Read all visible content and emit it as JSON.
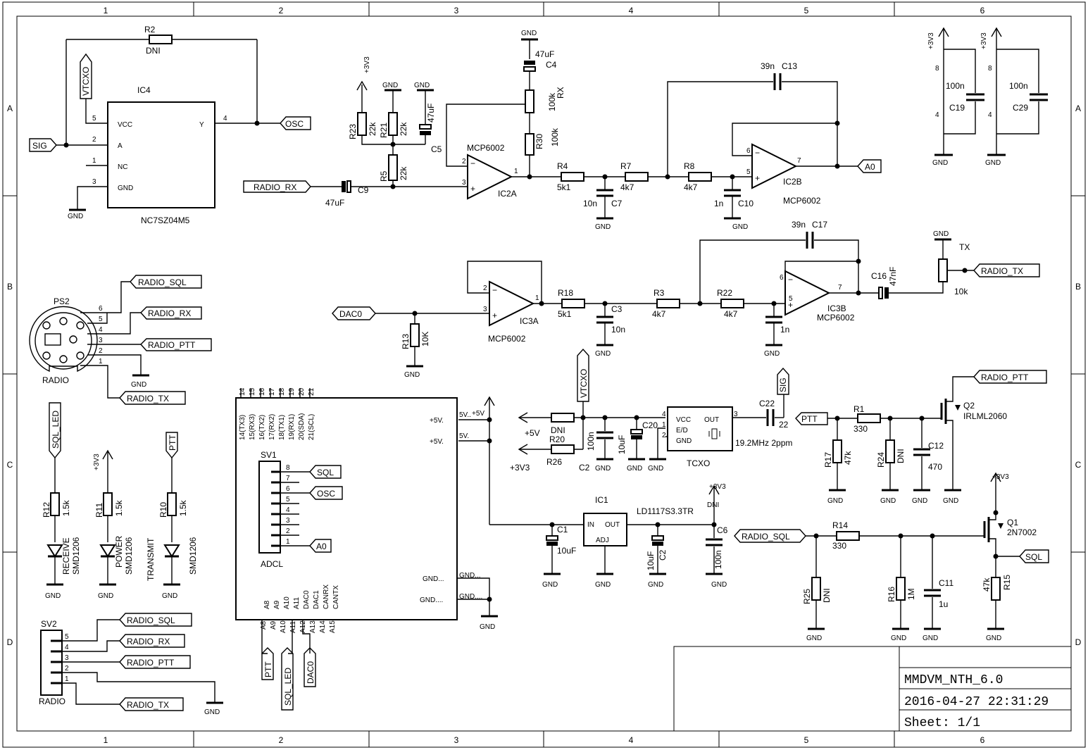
{
  "frame": {
    "columns": [
      "1",
      "2",
      "3",
      "4",
      "5",
      "6"
    ],
    "rows": [
      "A",
      "B",
      "C",
      "D"
    ]
  },
  "title_block": {
    "project": "MMDVM_NTH_6.0",
    "datetime": "2016-04-27 22:31:29",
    "sheet": "Sheet: 1/1"
  },
  "labels": {
    "sig": "SIG",
    "osc": "OSC",
    "vtcxo": "VTCXO",
    "radio_rx": "RADIO_RX",
    "a0": "A0",
    "dac0": "DAC0",
    "radio_tx": "RADIO_TX",
    "radio_sql": "RADIO_SQL",
    "radio_ptt": "RADIO_PTT",
    "ptt": "PTT",
    "sql": "SQL",
    "sql_led": "SQL_LED"
  },
  "parts": {
    "r2": "R2",
    "dni": "DNI",
    "ic4": "IC4",
    "ic4_part": "NC7SZ04M5",
    "vcc": "VCC",
    "y": "Y",
    "a": "A",
    "nc": "NC",
    "gnd": "GND",
    "p1": "1",
    "p2": "2",
    "p3": "3",
    "p4": "4",
    "p5": "5",
    "p6": "6",
    "p7": "7",
    "p8": "8",
    "v33": "+3V3",
    "v5": "+5V",
    "r23": "R23",
    "r21": "R21",
    "r5": "R5",
    "k22": "22k",
    "c5": "C5",
    "uf47": "47uF",
    "c9": "C9",
    "c4": "C4",
    "k100": "100k",
    "rx": "RX",
    "r30": "R30",
    "ic2a": "IC2A",
    "ic2b": "IC2B",
    "mcp": "MCP6002",
    "r4": "R4",
    "k5k1": "5k1",
    "r7": "R7",
    "k4k7": "4k7",
    "r8": "R8",
    "c7": "C7",
    "n10": "10n",
    "c10": "C10",
    "n1": "1n",
    "c13": "C13",
    "n39": "39n",
    "c19": "C19",
    "c29": "C29",
    "n100": "100n",
    "ps2": "PS2",
    "radio": "RADIO",
    "r18": "R18",
    "r3": "R3",
    "r22": "R22",
    "c3": "C3",
    "c17": "C17",
    "ic3a": "IC3A",
    "ic3b": "IC3B",
    "c16": "C16",
    "nf47": "47nF",
    "tx": "TX",
    "k10": "10k",
    "r13": "R13",
    "k10b": "10K",
    "r20": "R20",
    "r26": "R26",
    "c2": "C2",
    "c20": "C20",
    "uf10": "10uF",
    "tcxo": "TCXO",
    "tcxo_freq": "19.2MHz  2ppm",
    "ed": "E/D",
    "out": "OUT",
    "c22": "C22",
    "n22": "22",
    "r1": "R1",
    "r330": "330",
    "r17": "R17",
    "k47": "47k",
    "r24": "R24",
    "c12": "C12",
    "n470": "470",
    "q2": "Q2",
    "q2_part": "IRLML2060",
    "ic1": "IC1",
    "ic1_part": "LD1117S3.3TR",
    "in": "IN",
    "adj": "ADJ",
    "c1": "C1",
    "c2b": "C2",
    "c6": "C6",
    "r14": "R14",
    "r25": "R25",
    "r16": "R16",
    "m1": "1M",
    "c11": "C11",
    "u1": "1u",
    "q1": "Q1",
    "q1_part": "2N7002",
    "r15": "R15",
    "r12": "R12",
    "r11": "R11",
    "r10": "R10",
    "k1k5": "1.5k",
    "smd": "SMD1206",
    "receive": "RECEIVE",
    "power": "POWER",
    "transmit": "TRANSMIT",
    "sv1": "SV1",
    "adcl": "ADCL",
    "sv2": "SV2",
    "v5dot": "+5V.",
    "v5p": "5V.",
    "v5pp": "5V..",
    "gnd3": "GND...",
    "gnd4": "GND....",
    "a8": "A8",
    "a9": "A9",
    "a10": "A10",
    "a11": "A11",
    "dac1": "DAC1",
    "canrx": "CANRX",
    "cantx": "CANTX",
    "a12": "A12",
    "a13": "A13",
    "a14": "A14",
    "a15": "A15",
    "tx3": "14(TX3)",
    "rx3": "15(RX3)",
    "tx2": "16(TX2)",
    "rx2": "17(RX2)",
    "tx1": "18(TX1)",
    "rx1": "19(RX1)",
    "sda": "20(SDA)",
    "scl": "21(SCL)",
    "n14": "14",
    "n15": "15",
    "n16": "16",
    "n17": "17",
    "n18": "18",
    "n19": "19",
    "n20": "20",
    "n21": "21"
  },
  "colors": {
    "ink": "#000000",
    "paper": "#ffffff"
  }
}
